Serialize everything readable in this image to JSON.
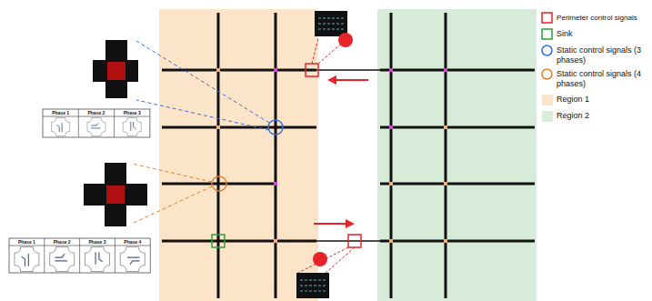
{
  "diagram": {
    "labels": [
      "Phase 1",
      "Phase 2",
      "Phase 3",
      "Phase 1",
      "Phase 2",
      "Phase 3",
      "Phase 4"
    ],
    "legend": [
      {
        "text": "Perimeter control signals"
      },
      {
        "text": "Sink"
      },
      {
        "text": "Static control signals (3 phases)"
      },
      {
        "text": "Static control signals (4 phases)"
      },
      {
        "text": "Region 1",
        "color": "#fce4c8"
      },
      {
        "text": "Region 2",
        "color": "#d6ecd9"
      }
    ]
  }
}
